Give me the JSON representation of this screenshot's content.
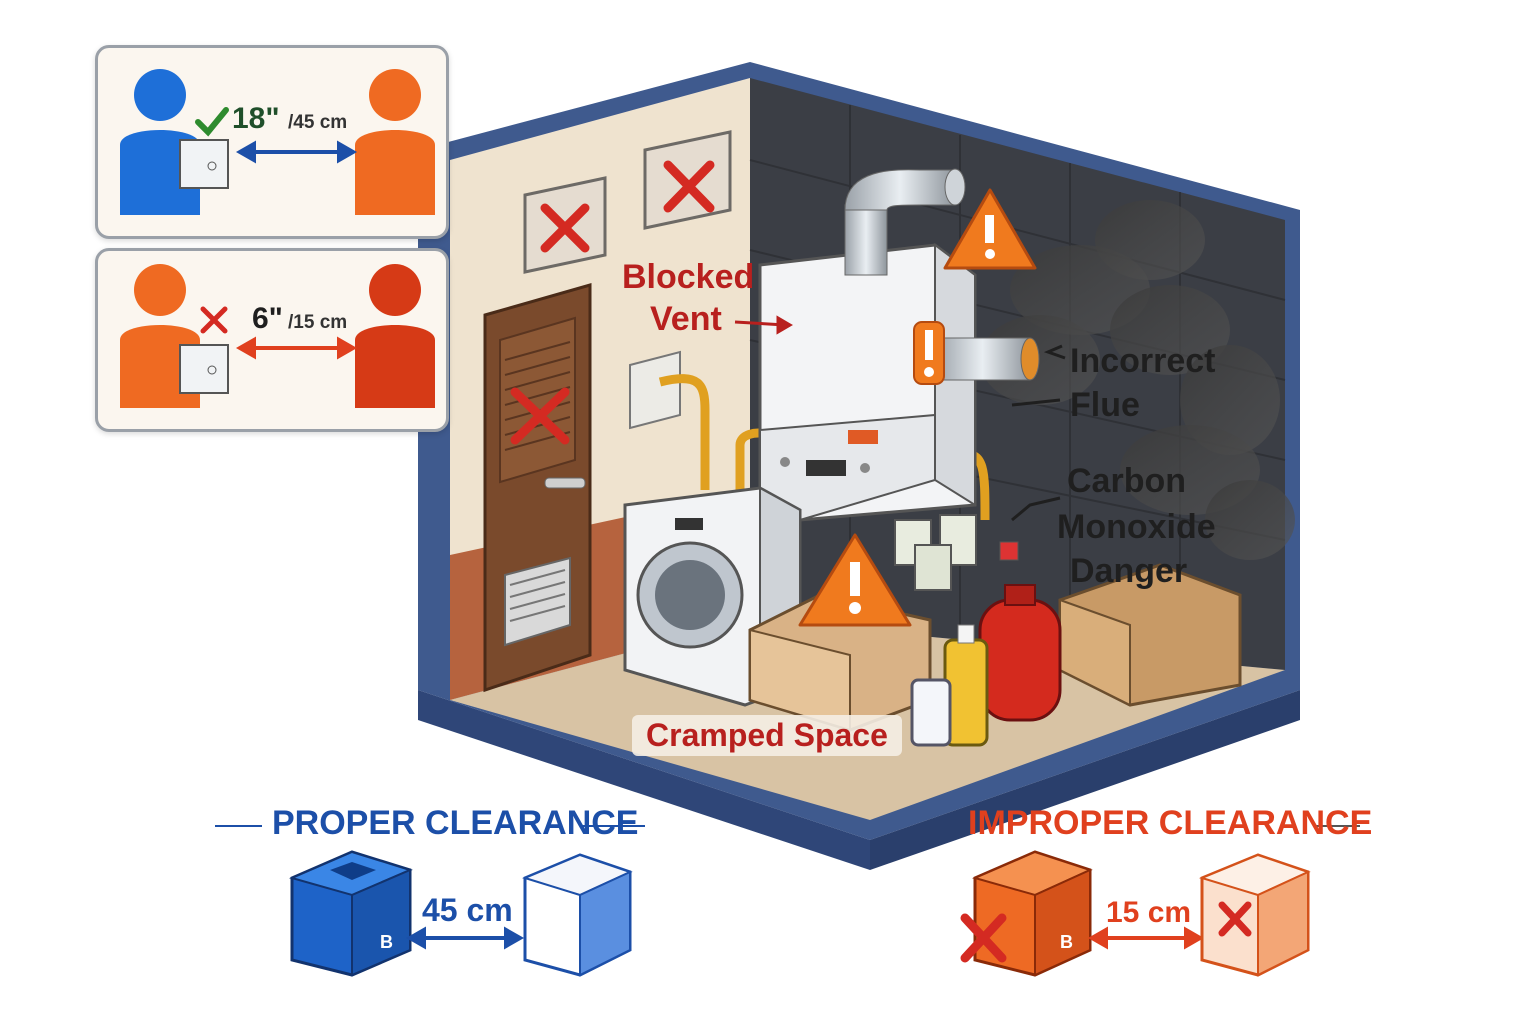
{
  "panels": {
    "proper": {
      "value": "18\"",
      "unit": "/45 cm"
    },
    "improper": {
      "value": "6\"",
      "unit": "/15 cm"
    }
  },
  "labels": {
    "blocked_vent": [
      "Blocked",
      "Vent"
    ],
    "incorrect_flue": [
      "Incorrect",
      "Flue"
    ],
    "carbon_monoxide": [
      "Carbon",
      "Monoxide",
      "Danger"
    ],
    "cramped_space": "Cramped Space"
  },
  "legend": {
    "proper": {
      "title": "PROPER CLEARANCE",
      "distance": "45 cm",
      "box_letter": "B"
    },
    "improper": {
      "title": "IMPROPER CLEARANCE",
      "distance": "15 cm",
      "box_letter": "B"
    }
  },
  "colors": {
    "good": "#1c4fa8",
    "bad": "#e0401e",
    "warning": "#f07a1e",
    "check": "#2e8b2e"
  }
}
